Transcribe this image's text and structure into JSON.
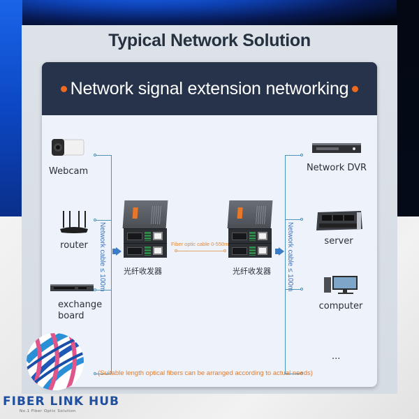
{
  "title": "Typical Network Solution",
  "header": {
    "title": "Network signal extension networking",
    "accent_color": "#ef6a1c",
    "background_color": "#27334a"
  },
  "left_devices": [
    {
      "label": "Webcam",
      "icon": "webcam-icon"
    },
    {
      "label": "router",
      "icon": "router-icon"
    },
    {
      "label": "exchange board",
      "icon": "switch-icon"
    },
    {
      "label": "...",
      "icon": "ellipsis"
    }
  ],
  "right_devices": [
    {
      "label": "Network DVR",
      "icon": "dvr-icon"
    },
    {
      "label": "server",
      "icon": "server-icon"
    },
    {
      "label": "computer",
      "icon": "computer-icon"
    },
    {
      "label": "...",
      "icon": "ellipsis"
    }
  ],
  "left_cable_label": "Network cable ≤ 100m",
  "right_cable_label": "Network cable ≤ 100m",
  "transceivers": [
    {
      "label": "光纤收发器"
    },
    {
      "label": "光纤收发器"
    }
  ],
  "fiber_label": "Fiber optic cable 0-550m",
  "note": "(Suitable length optical fibers can be arranged according to actual needs)",
  "brand": {
    "name": "FIBER LINK HUB",
    "tagline": "No.1 Fiber Optic Solution"
  }
}
